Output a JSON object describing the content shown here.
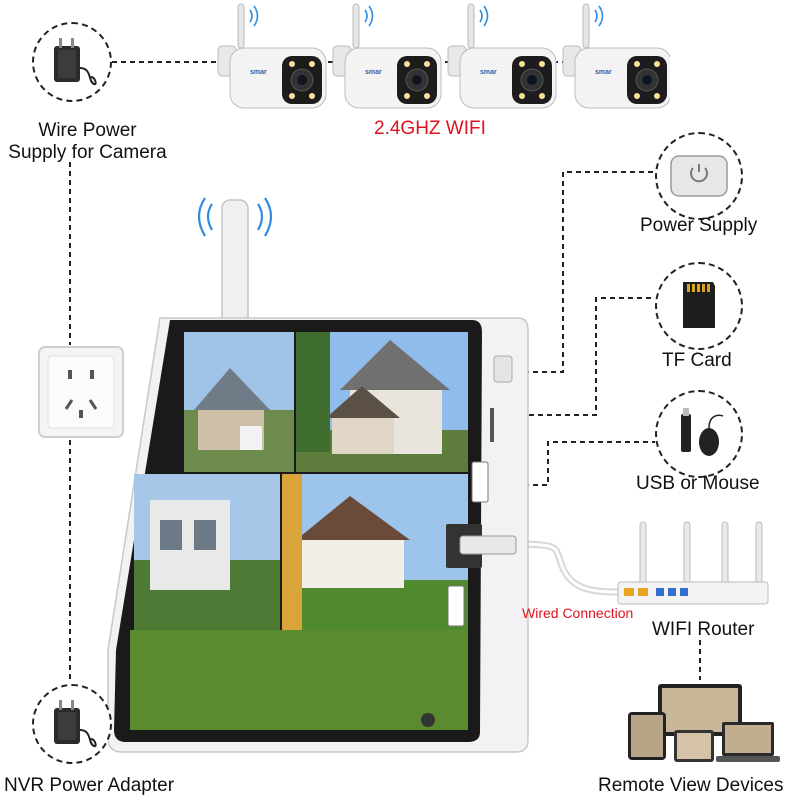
{
  "title": "",
  "labels": {
    "wire_power_camera_line1": "Wire Power",
    "wire_power_camera_line2": "Supply for Camera",
    "wifi_band": "2.4GHZ WIFI",
    "power_supply": "Power Supply",
    "tf_card": "TF Card",
    "usb_mouse": "USB or Mouse",
    "wired_connection": "Wired Connection",
    "wifi_router": "WIFI Router",
    "nvr_power_adapter": "NVR Power Adapter",
    "remote_view_devices": "Remote View Devices"
  },
  "camera_brand": "smar",
  "camera_count": 4,
  "monitor_tiles": 4,
  "router_antennas": 4,
  "colors": {
    "accent_red": "#e0121e",
    "dashed_line": "#222222",
    "device_white": "#f2f2f2",
    "screen_frame": "#1a1a1a",
    "wifi_wave_blue": "#2f8ce0"
  },
  "icons": [
    "power-adapter-icon",
    "camera-icon",
    "wall-socket-icon",
    "power-button-icon",
    "sd-card-icon",
    "usb-stick-icon",
    "mouse-icon",
    "router-icon",
    "devices-icon",
    "ethernet-cable-icon",
    "wifi-signal-icon"
  ]
}
